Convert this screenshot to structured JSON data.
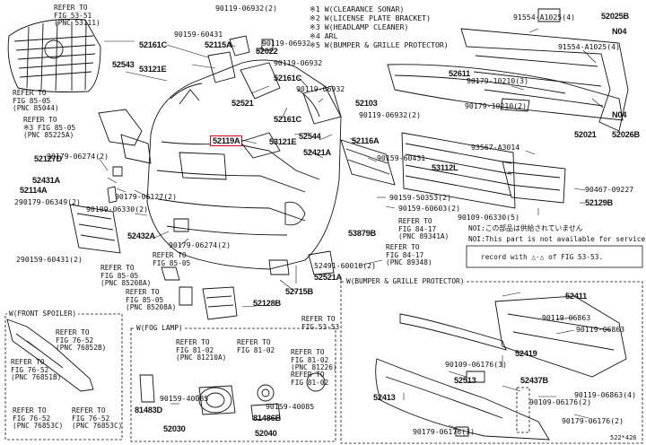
{
  "legend": {
    "line1": "※1 W(CLEARANCE SONAR)",
    "line2": "※2 W(LICENSE PLATE BRACKET)",
    "line3": "※3 W(HEADLAMP CLEANER)",
    "line4": "※4 ARL",
    "line5": "※5 W(BUMPER & GRILLE PROTECTOR)"
  },
  "parts": {
    "p52161C_a": "52161C",
    "p52115A": "52115A",
    "p52543": "52543",
    "p53121E": "53121E",
    "p52521": "52521",
    "p52161C_b": "52161C",
    "p52161C_c": "52161C",
    "p52103": "52103",
    "p52119A": "52119A",
    "p52544": "52544",
    "p53121E_b": "53121E",
    "p52116A": "52116A",
    "p52421A": "52421A",
    "p52127D": "52127D",
    "p52431A": "52431A",
    "p52114A": "52114A",
    "p52432A": "52432A",
    "p52611": "52611",
    "p52021": "52021",
    "p52025B": "52025B",
    "p52026B": "52026B",
    "p53112L": "53112L",
    "p52129B": "52129B",
    "p53879B": "53879B",
    "p52521A": "52521A",
    "p52715B": "52715B",
    "p52128B": "52128B",
    "p52411": "52411",
    "p52419": "52419",
    "p52437B": "52437B",
    "p52413": "52413",
    "p52513": "52513",
    "p81483D": "81483D",
    "p52030": "52030",
    "p81486B": "81486B",
    "p52040": "52040",
    "pN04a": "N04",
    "pN04b": "N04"
  },
  "bolts": {
    "b1": "90159-60431",
    "b2": "90119-06932(2)",
    "b3": "52022",
    "b4": "90119-06932",
    "b5": "90119-06932",
    "b6": "90119-06932(2)",
    "b7": "90159-60431",
    "b8": "90159-50353(2)",
    "b9": "90159-60603(2)",
    "b10": "90109-06330(5)",
    "b11": "90179-06274(2)",
    "b12": "90179-06127(2)",
    "b13": "90109-06330(2)",
    "b14": "90179-06274(2)",
    "b15": "290179-06349(2)",
    "b16": "290159-60431(2)",
    "b17": "91554-A1025(4)",
    "b18": "91554-A1025(4)",
    "b19": "90179-10210(3)",
    "b20": "90179-10210(2)",
    "b21": "93567-A3014",
    "b22": "90467-09227",
    "b23": "52491-60010(2)",
    "b24": "90159-40085",
    "b25": "90159-40085",
    "b26": "90119-06863",
    "b27": "90119-06863",
    "b28": "90109-06176(3)",
    "b29": "90109-06176(2)",
    "b30": "90179-06176(2)",
    "b31": "90119-06863(4)",
    "b32": "90179-06176(3)"
  },
  "refs": {
    "r1": "REFER TO\nFIG 53-51\n(PNC 53111)",
    "r2": "REFER TO\nFIG 85-05\n(PNC 85044)",
    "r3": "REFER TO\n※3 FIG 85-05\n(PNC 85225A)",
    "r4": "REFER TO\nFIG 85-05",
    "r5": "REFER TO\nFIG 85-05\n(PNC 85208A)",
    "r6": "REFER TO\nFIG 85-05\n(PNC 85208A)",
    "r7": "REFER TO\nFIG 84-17\n(PNC 89341A)",
    "r8": "REFER TO\nFIG 84-17\n(PNC 89348)",
    "r9": "REFER TO\nFIG 53-53",
    "r10": "REFER TO\nFIG 81-02\n(PNC 81210A)",
    "r11": "REFER TO\nFIG 81-02",
    "r12": "REFER TO\nFIG 81-02\n(PNC 81226)",
    "r13": "REFER TO\nFIG 81-02",
    "r14": "REFER TO\nFIG 76-52\n(PNC 76852B)",
    "r15": "REFER TO\nFIG 76-52\n(PNC 76851B)",
    "r16": "REFER TO\nFIG 76-52\n(PNC 76853C)",
    "r17": "REFER TO\nFIG 76-52\n(PNC 76853C)"
  },
  "notes": {
    "jp": "NOI:この部品は供給されていません",
    "en": "NOI:This part is not available for service",
    "triangle": "record with △-△ of FIG 53-53."
  },
  "boxes": {
    "spoiler": "W(FRONT SPOILER)",
    "foglamp": "W(FOG LAMP)",
    "protector": "W(BUMPER & GRILLE PROTECTOR)"
  },
  "diagram_code": "522*426"
}
